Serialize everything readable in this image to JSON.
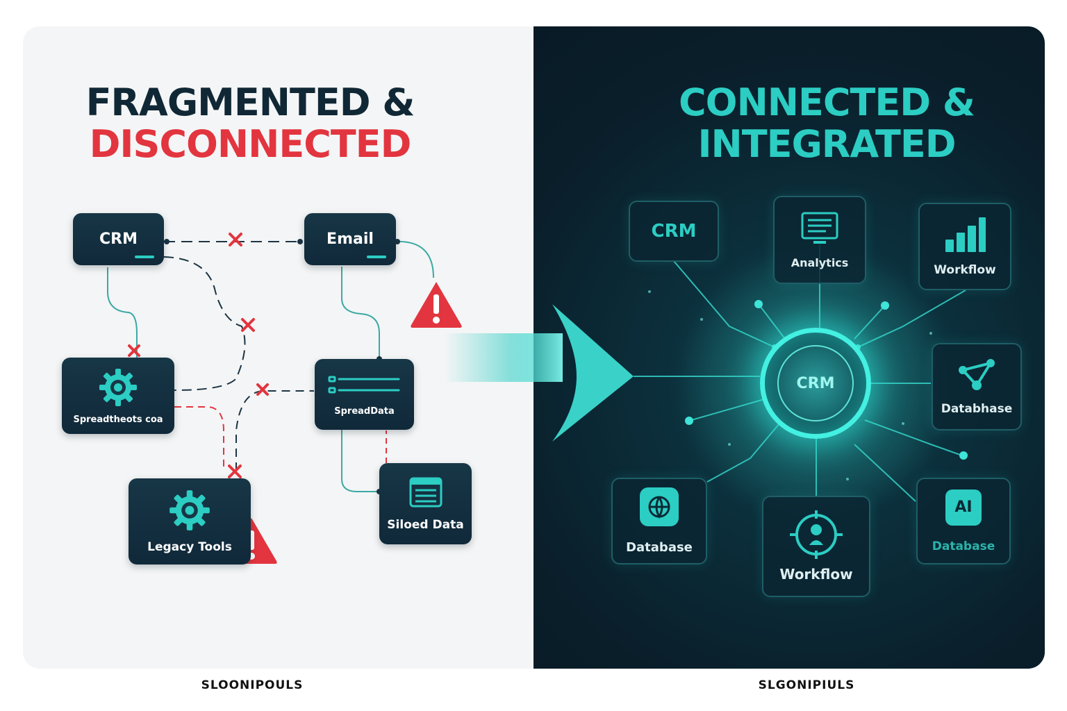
{
  "left": {
    "title_line1": "FRAGMENTED &",
    "title_line2": "DISCONNECTED",
    "nodes": [
      {
        "label": "CRM",
        "icon": "none"
      },
      {
        "label": "Email",
        "icon": "none"
      },
      {
        "label": "Spreadtheots coa",
        "icon": "gear-icon"
      },
      {
        "label": "SpreadData",
        "icon": "list-icon"
      },
      {
        "label": "Legacy Tools",
        "icon": "gear-icon"
      },
      {
        "label": "Siloed Data",
        "icon": "document-icon"
      }
    ],
    "footer": "SLOONIPOULS"
  },
  "right": {
    "title_line1": "CONNECTED &",
    "title_line2": "INTEGRATED",
    "hub_label": "CRM",
    "nodes": [
      {
        "label": "CRM",
        "icon": "none"
      },
      {
        "label": "Analytics",
        "icon": "monitor-icon"
      },
      {
        "label": "Workflow",
        "icon": "bar-chart-icon"
      },
      {
        "label": "Databhase",
        "icon": "network-icon"
      },
      {
        "label": "AI",
        "icon": "ai-chip-icon"
      },
      {
        "label": "Database",
        "icon": "none"
      },
      {
        "label": "Workflow",
        "icon": "robot-icon"
      },
      {
        "label": "Database",
        "icon": "database-icon"
      }
    ],
    "footer": "SLGONIPIULS"
  },
  "colors": {
    "dark_navy": "#102735",
    "alert_red": "#e2353f",
    "teal": "#2ccdc3",
    "panel_dark": "#0a1f2b",
    "panel_light": "#f4f5f6"
  }
}
